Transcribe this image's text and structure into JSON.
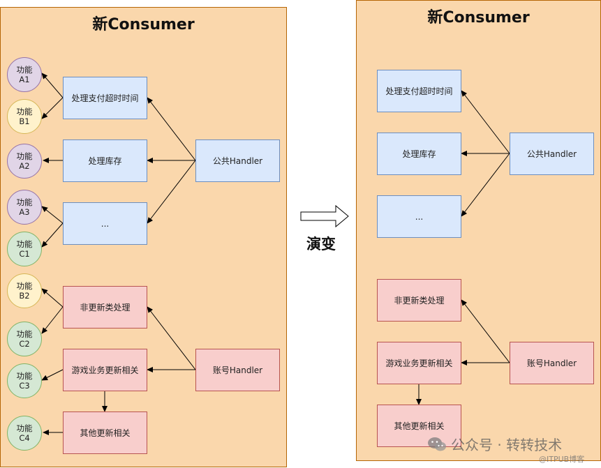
{
  "left_panel": {
    "title": "新Consumer",
    "blue_boxes": [
      "处理支付超时时间",
      "处理库存",
      "..."
    ],
    "red_boxes": [
      "非更新类处理",
      "游戏业务更新相关",
      "其他更新相关"
    ],
    "common_handler": "公共Handler",
    "account_handler": "账号Handler",
    "functions": [
      {
        "line1": "功能",
        "line2": "A1",
        "color": "purple"
      },
      {
        "line1": "功能",
        "line2": "B1",
        "color": "yellow"
      },
      {
        "line1": "功能",
        "line2": "A2",
        "color": "purple"
      },
      {
        "line1": "功能",
        "line2": "A3",
        "color": "purple"
      },
      {
        "line1": "功能",
        "line2": "C1",
        "color": "green"
      },
      {
        "line1": "功能",
        "line2": "B2",
        "color": "yellow"
      },
      {
        "line1": "功能",
        "line2": "C2",
        "color": "green"
      },
      {
        "line1": "功能",
        "line2": "C3",
        "color": "green"
      },
      {
        "line1": "功能",
        "line2": "C4",
        "color": "green"
      }
    ]
  },
  "evolve_label": "演变",
  "right_panel": {
    "title": "新Consumer",
    "blue_boxes": [
      "处理支付超时时间",
      "处理库存",
      "..."
    ],
    "red_boxes": [
      "非更新类处理",
      "游戏业务更新相关",
      "其他更新相关"
    ],
    "common_handler": "公共Handler",
    "account_handler": "账号Handler"
  },
  "watermark": {
    "text": "公众号 · 转转技术",
    "sub": "@ITPUB博客",
    "icon": "wechat-icon"
  },
  "colors": {
    "panel_fill": "#fad7ac",
    "panel_border": "#b46504",
    "blue_fill": "#dae8fc",
    "red_fill": "#f8cecc",
    "purple_fill": "#e1d5e7",
    "yellow_fill": "#fff2cc",
    "green_fill": "#d5e8d4"
  }
}
